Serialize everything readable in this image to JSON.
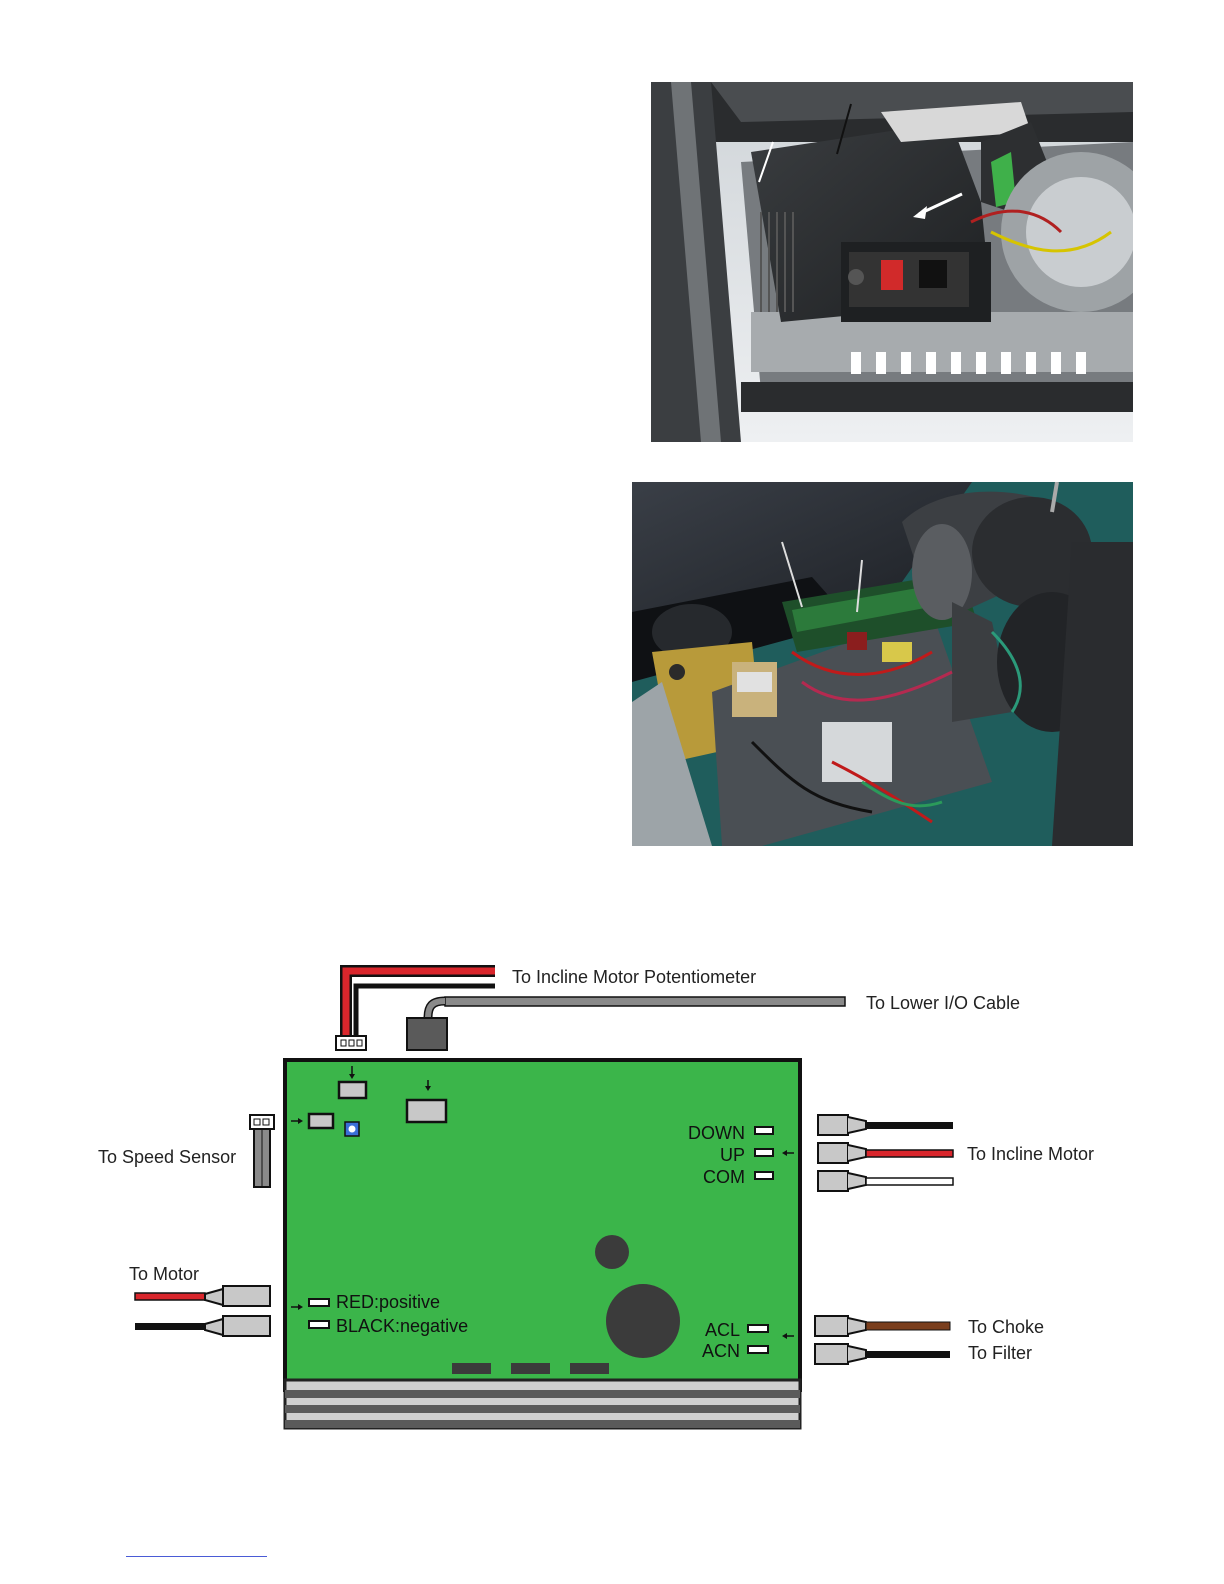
{
  "diagram": {
    "labels": {
      "incline_pot": "To Incline Motor Potentiometer",
      "lower_io": "To Lower I/O Cable",
      "speed_sensor": "To Speed Sensor",
      "incline_motor": "To Incline Motor",
      "motor": "To Motor",
      "choke": "To Choke",
      "filter": "To Filter"
    },
    "terminals": {
      "down": "DOWN",
      "up": "UP",
      "com": "COM",
      "red": "RED:positive",
      "black": "BLACK:negative",
      "acl": "ACL",
      "acn": "ACN"
    },
    "colors": {
      "board": "#3bb54a",
      "wire_red": "#d9262c",
      "wire_black": "#111111",
      "wire_brown": "#7a3e1d",
      "wire_white": "#ffffff",
      "cable_gray": "#8a8a8a",
      "connector_gray": "#c8c8c8"
    }
  },
  "photos": [
    {
      "name": "motor-cover-photo"
    },
    {
      "name": "controller-board-photo"
    }
  ]
}
